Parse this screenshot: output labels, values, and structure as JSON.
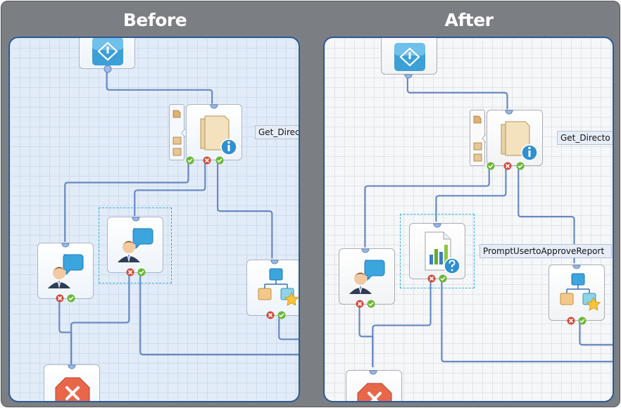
{
  "headings": {
    "before": "Before",
    "after": "After"
  },
  "labels": {
    "before_get_directory": "Get_Direc",
    "after_get_directory": "Get_Directo",
    "after_prompt": "PromptUsertoApproveReport"
  },
  "colors": {
    "frame": "#7b7f84",
    "panel_border": "#2c5a96",
    "connector": "#5f83be",
    "selection": "#2ab0d6",
    "success": "#5fae2c",
    "failure": "#d24a3a"
  },
  "icons": {
    "start": "start-diamond-icon",
    "get_directory": "folder-info-icon",
    "prompt_user": "user-speech-bubble-icon",
    "report": "report-chart-question-icon",
    "hierarchy": "hierarchy-star-icon",
    "stop": "stop-octagon-icon"
  }
}
